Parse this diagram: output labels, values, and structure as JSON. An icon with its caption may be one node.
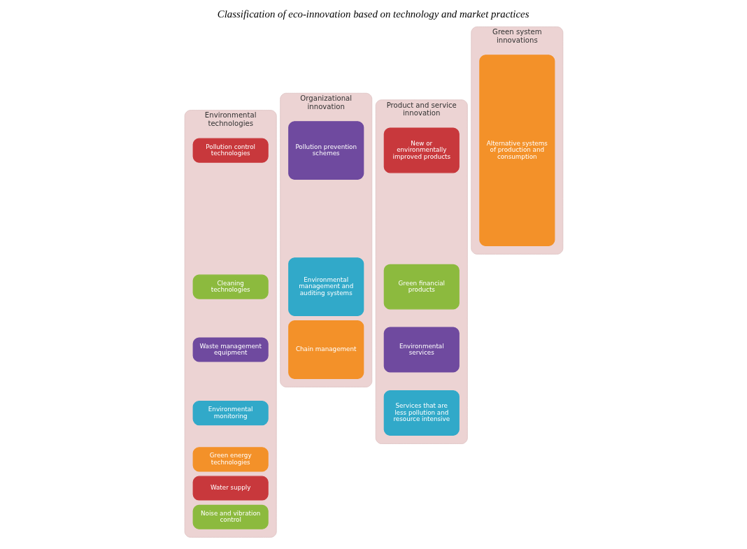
{
  "diagram": {
    "title": "Classification of eco-innovation based on technology and market practices",
    "nodes": [
      {
        "text": [
          "Environmental technologies"
        ]
      },
      {
        "text": [
          "Pollution control technologies"
        ],
        "in": 0
      },
      {
        "text": [
          "Cleaning technologies"
        ],
        "in": 0
      },
      {
        "text": [
          "Waste management equipment"
        ],
        "in": 0
      },
      {
        "text": [
          "Environmental monitoring"
        ],
        "in": 0
      },
      {
        "text": [
          "Green energy technologies"
        ],
        "in": 0
      },
      {
        "text": [
          "Water supply"
        ],
        "in": 0
      },
      {
        "text": [
          "Noise and vibration control"
        ],
        "in": 0
      },
      {
        "text": [
          "Organizational innovation"
        ]
      },
      {
        "text": [
          "Pollution prevention schemes"
        ],
        "in": 8
      },
      {
        "text": [
          "Environmental management and auditing systems"
        ],
        "in": 8
      },
      {
        "text": [
          "Chain management"
        ],
        "in": 8
      },
      {
        "text": [
          "Product and service innovation"
        ]
      },
      {
        "text": [
          "New or environmentally improved products"
        ],
        "in": 12
      },
      {
        "text": [
          "Green financial products"
        ],
        "in": 12
      },
      {
        "text": [
          "Environmental services"
        ],
        "in": 12
      },
      {
        "text": [
          "Services that are less pollution and resource intensive"
        ],
        "in": 12
      },
      {
        "text": [
          "Green system innovations"
        ]
      },
      {
        "text": [
          "Alternative systems of production and consumption"
        ],
        "in": 17
      }
    ]
  }
}
